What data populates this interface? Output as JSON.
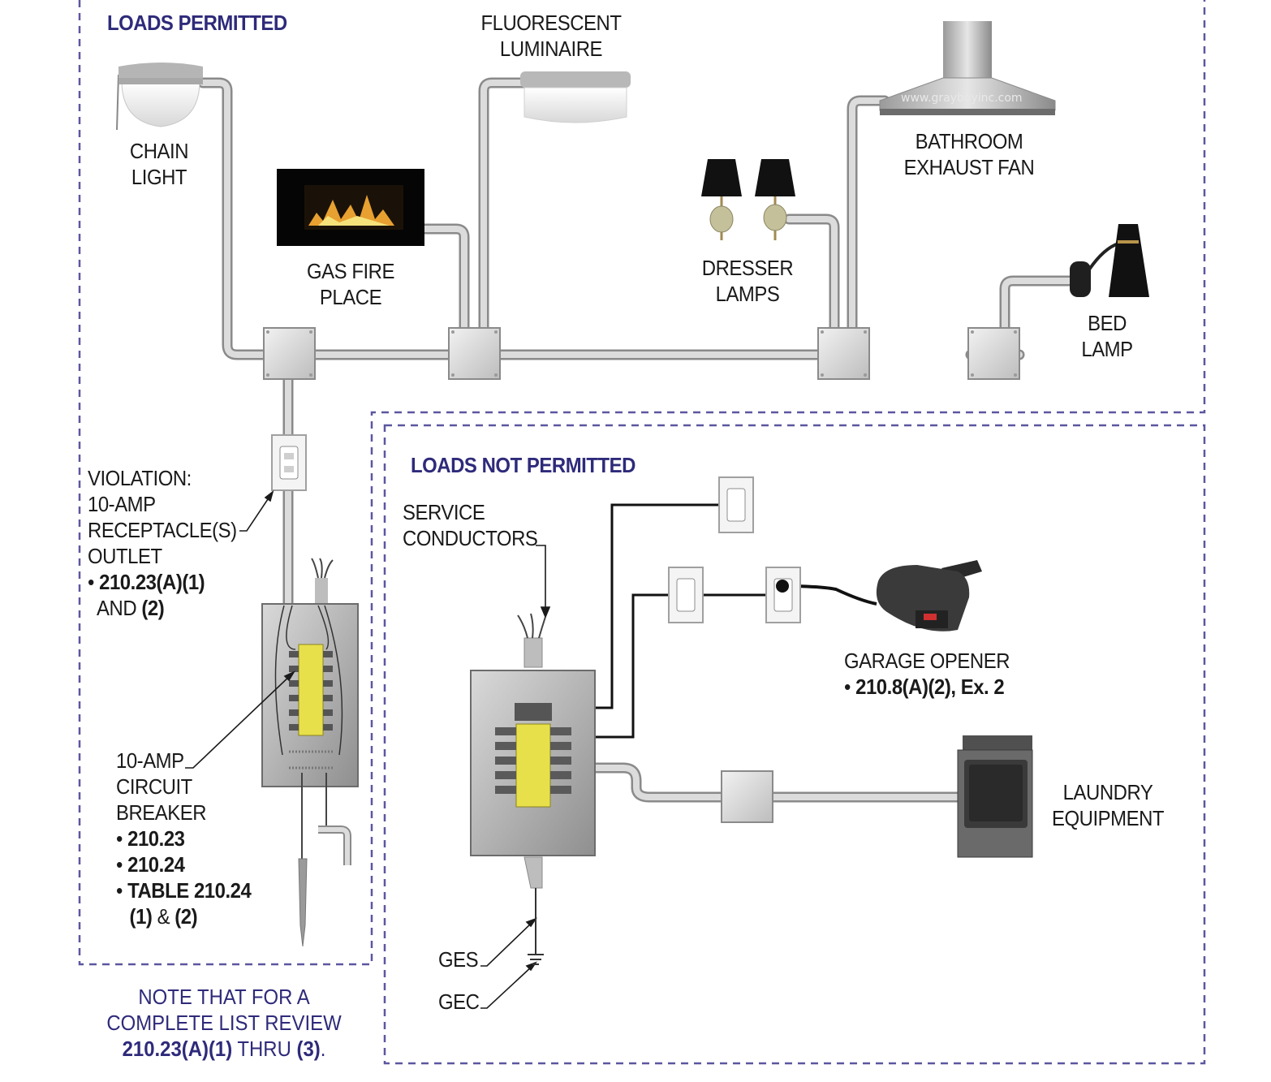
{
  "sections": {
    "permitted_heading": "LOADS PERMITTED",
    "not_permitted_heading": "LOADS NOT PERMITTED"
  },
  "permitted_loads": {
    "chain_light": [
      "CHAIN",
      "LIGHT"
    ],
    "gas_fireplace": [
      "GAS FIRE",
      "PLACE"
    ],
    "fluorescent": [
      "FLUORESCENT",
      "LUMINAIRE"
    ],
    "dresser_lamps": [
      "DRESSER",
      "LAMPS"
    ],
    "bath_fan": [
      "BATHROOM",
      "EXHAUST FAN"
    ],
    "bed_lamp": [
      "BED",
      "LAMP"
    ],
    "watermark": "www.grayboyinc.com"
  },
  "violation": {
    "lines": [
      "VIOLATION:",
      "10-AMP",
      "RECEPTACLE(S)",
      "OUTLET"
    ],
    "ref_bullet": "• ",
    "ref1": "210.23(A)(1)",
    "ref2_pre": "AND ",
    "ref2": "(2)"
  },
  "breaker": {
    "lines": [
      "10-AMP",
      "CIRCUIT",
      "BREAKER"
    ],
    "refs": [
      "210.23",
      "210.24",
      "TABLE 210.24"
    ],
    "ref_tail_1": "(1)",
    "ref_tail_amp": " & ",
    "ref_tail_2": "(2)"
  },
  "note": {
    "line1": "NOTE THAT FOR A",
    "line2": "COMPLETE LIST REVIEW",
    "line3_bold": "210.23(A)(1)",
    "line3_mid": " THRU ",
    "line3_bold2": "(3)",
    "line3_end": "."
  },
  "not_permitted": {
    "service": [
      "SERVICE",
      "CONDUCTORS"
    ],
    "garage": "GARAGE OPENER",
    "garage_ref_bullet": "• ",
    "garage_ref": "210.8(A)(2), Ex. 2",
    "laundry": [
      "LAUNDRY",
      "EQUIPMENT"
    ],
    "ges": "GES",
    "gec": "GEC"
  },
  "colors": {
    "heading": "#2e2a7a",
    "dashed_border": "#5b57a0",
    "conduit": "#c9c9c9",
    "breaker_yellow": "#e8e04a"
  }
}
